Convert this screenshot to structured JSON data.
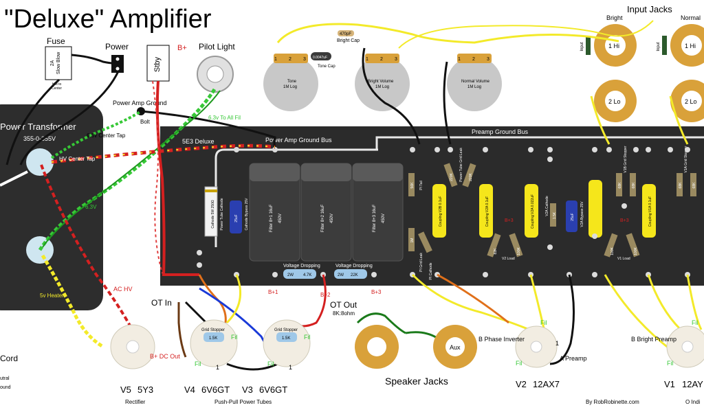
{
  "title": "\"Deluxe\" Amplifier",
  "credit": "By RobRobinette.com",
  "labels": {
    "fuse": "Fuse",
    "fuse_rating_1": "2A",
    "fuse_rating_2": "Slow Blow",
    "fuse_hot": "Hot to",
    "fuse_center": "Center",
    "power": "Power",
    "stby": "Stby",
    "bplus": "B+",
    "pilot_light": "Pilot Light",
    "power_transformer": "Power Transformer",
    "pt_voltage": "355-0-355V",
    "power_amp_ground": "Power Amp Ground",
    "bolt": "Bolt",
    "to_all_fil": "6.3v To All Fil",
    "center_tap_63": "6.3v Center Tap",
    "hv_center_tap": "HV Center Tap",
    "v63": "6.3V",
    "v5_heater": "5v Heater",
    "ac_hv": "AC HV",
    "ot_in": "OT In",
    "b_plus_dc_out": "B+ DC Out",
    "deluxe_5e3": "5E3 Deluxe",
    "power_amp_ground_bus": "Power Amp Ground Bus",
    "preamp_ground_bus": "Preamp Ground Bus",
    "input_jacks": "Input Jacks",
    "bright": "Bright",
    "normal": "Normal",
    "input": "Input",
    "hi": "1 Hi",
    "lo": "2 Lo",
    "tone": "Tone",
    "tone_log": "1M Log",
    "bright_volume": "Bright Volume",
    "bright_volume_log": "1M Log",
    "normal_volume": "Normal Volume",
    "normal_volume_log": "1M Log",
    "bright_cap_value": "470pF",
    "bright_cap": "Bright Cap",
    "tone_cap_value": "0.0047uF",
    "tone_cap": "Tone Cap",
    "pot_1": "1",
    "pot_2": "2",
    "pot_3": "3",
    "filter_1": "Filter 8+1 16uF",
    "filter_2": "Filter 8+2 16uF",
    "filter_3": "Filter 8+3 16uF",
    "v450": "450V",
    "voltage_dropping": "Voltage Dropping",
    "r_2w": "2W",
    "r_4k7": "4.7K",
    "r_22k": "22K",
    "bp1": "B+1",
    "bp2": "B+2",
    "bp3": "B+3",
    "cathode_resistor": "Cathode 5W 250Ω",
    "power_tube_cathode": "Power Tube Cathode",
    "cathode_bypass": "Cathode Bypass 25V",
    "c25uf": "25uF",
    "r56k": "56K",
    "pi_tail": "PI Tail",
    "r1m": "1M",
    "pi_grid_leak": "PI Grid Leak",
    "r15k": "1.5K",
    "pi_cathode": "PI Cathode",
    "power_tube_grid_leak": "Power Tube Grid Leak",
    "r220k": "220K",
    "coupling_v2b": "Coupling V2B 0.1uF",
    "coupling_v2a": "Coupling V2A 0.1uF",
    "coupling_v2a_022": "Coupling V2A 0.022uF",
    "coupling_v1a": "Coupling V1A 0.1uF",
    "r82k": "82K",
    "r100k": "100K",
    "v2_load": "V2 Load",
    "v2a_cathode": "V2A Cathode",
    "v2a_bypass": "V2A Bypass 25V",
    "v1_load": "V1 Load",
    "v1b_grid_stopper": "V1B Grid Stopper",
    "v1a_grid_stopper": "V1A Grid Stopper",
    "r68k": "68K",
    "ot_out": "OT Out",
    "ot_ohm": "8K:8ohm",
    "speaker_jacks": "Speaker Jacks",
    "aux": "Aux",
    "b_phase_inverter": "B Phase Inverter",
    "a_preamp": "A Preamp",
    "b_bright_preamp": "B Bright Preamp",
    "fil": "Fil",
    "grid_stopper": "Grid Stopper",
    "r15k_gs": "1.5K",
    "v5": "V5",
    "v5_type": "5Y3",
    "rectifier": "Rectifier",
    "v4": "V4",
    "v4_type": "6V6GT",
    "v3": "V3",
    "v3_type": "6V6GT",
    "push_pull": "Push-Pull Power Tubes",
    "v2": "V2",
    "v2_type": "12AX7",
    "v1": "V1",
    "v1_type": "12AY",
    "o_indi": "O Indi",
    "cord": "Cord",
    "neutral": "utral",
    "ground": "ound",
    "one": "1"
  },
  "colors": {
    "board": "#2b2b2b",
    "transformer": "#2d2d2d",
    "pot": "#c8c8c8",
    "jack": "#d9a13a",
    "cap_yellow": "#f5e61b",
    "cap_blue": "#2a3fb0",
    "wire_red": "#d42020",
    "wire_green": "#37c837",
    "wire_yellow": "#f3ea2a",
    "wire_black": "#111111",
    "wire_white": "#ffffff",
    "wire_orange": "#e0701a",
    "wire_blue": "#1a3ad8",
    "wire_brown": "#6b3a14",
    "wire_darkgreen": "#1a7a1a"
  }
}
